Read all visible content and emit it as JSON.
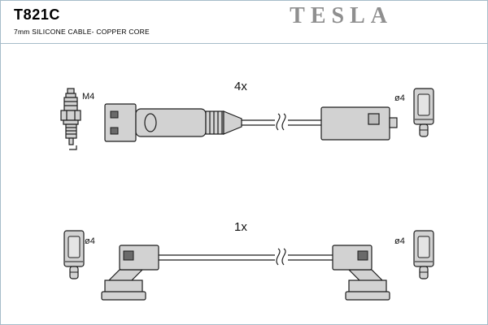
{
  "header": {
    "part_number": "T821C",
    "subtitle": "7mm SILICONE CABLE- COPPER CORE",
    "brand": "TESLA"
  },
  "diagram": {
    "plug_thread_label": "M4",
    "top_assembly": {
      "quantity_label": "4x",
      "diameter_label": "ø4"
    },
    "bottom_assembly": {
      "quantity_label": "1x",
      "diameter_label_left": "ø4",
      "diameter_label_right": "ø4"
    }
  },
  "colors": {
    "page_border": "#a6bcc9",
    "part_fill": "#d2d2d2",
    "part_outline": "#1c1c1c",
    "contact_square": "#6a6a6a",
    "brand_gray": "#8f8f8f"
  }
}
